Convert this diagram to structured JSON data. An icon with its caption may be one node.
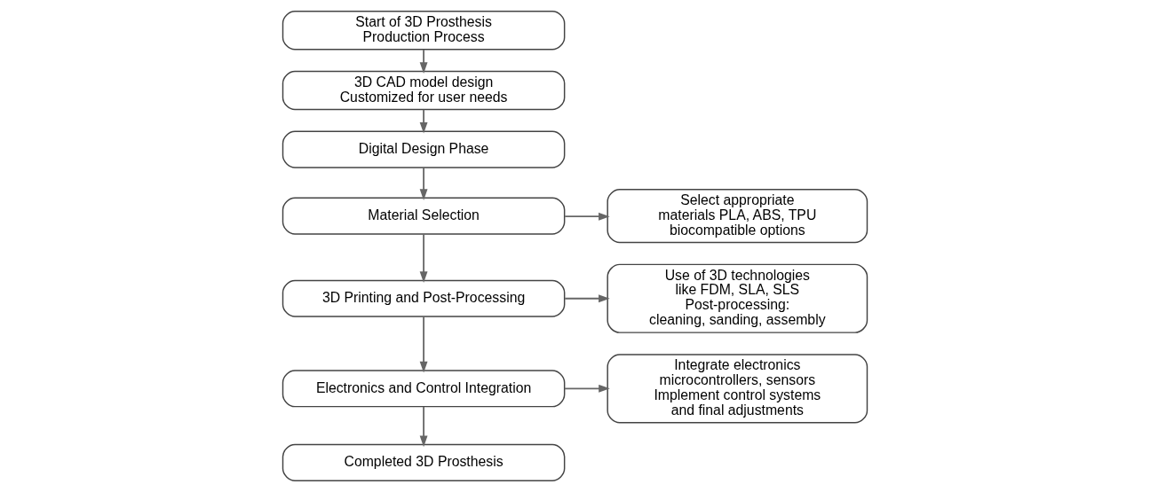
{
  "diagram": {
    "nodes": [
      {
        "text": [
          "Start of 3D Prosthesis Production Process"
        ]
      },
      {
        "text": [
          "3D CAD model design Customized for user needs"
        ]
      },
      {
        "text": [
          "Digital Design Phase"
        ]
      },
      {
        "text": [
          "Material Selection"
        ]
      },
      {
        "text": [
          "Select appropriate materials PLA, ABS, TPU biocompatible options"
        ]
      },
      {
        "text": [
          "3D Printing and Post-Processing"
        ]
      },
      {
        "text": [
          "Use of 3D technologies like FDM, SLA, SLS Post-processing: cleaning, sanding, assembly"
        ]
      },
      {
        "text": [
          "Integrate electronics microcontrollers, sensors Implement control systems and final adjustments"
        ]
      },
      {
        "text": [
          "Electronics and Control Integration"
        ]
      },
      {
        "text": [
          "Completed 3D Prosthesis"
        ]
      }
    ],
    "edges": [
      {
        "from": 0,
        "to": 1,
        "arrow": "to"
      },
      {
        "from": 1,
        "to": 2,
        "arrow": "to"
      },
      {
        "from": 2,
        "to": 3,
        "arrow": "to"
      },
      {
        "from": 3,
        "to": 4,
        "arrow": "to"
      },
      {
        "from": 3,
        "to": 5,
        "arrow": "to"
      },
      {
        "from": 5,
        "to": 6,
        "arrow": "to"
      },
      {
        "from": 5,
        "to": 8,
        "arrow": "to"
      },
      {
        "from": 8,
        "to": 7,
        "arrow": "to"
      },
      {
        "from": 8,
        "to": 9,
        "arrow": "to"
      }
    ]
  }
}
